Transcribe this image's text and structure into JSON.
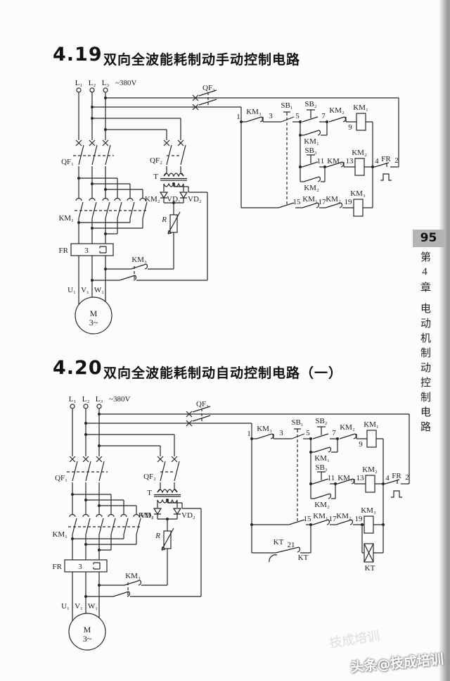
{
  "page": {
    "number": "95",
    "chapter": "第4章",
    "chapter_title": "电动机制动控制电路",
    "watermark": "头条@技成培训",
    "watermark_ghost": "技成培训"
  },
  "fig1": {
    "number": "4.19",
    "title": "双向全波能耗制动手动控制电路",
    "labels": {
      "l1": "L₁",
      "l2": "L₂",
      "l3": "L₃",
      "voltage": "~380V",
      "qf1": "QF₁",
      "qf2": "QF₂",
      "qf3": "QF₃",
      "t": "T",
      "km1_main": "KM₁",
      "km2_main": "KM₂",
      "km3_main": "KM₃",
      "vd1": "VD₁",
      "vd2": "VD₂",
      "r": "R",
      "fr_main": "FR",
      "fr_poles": "3",
      "u1": "U₁",
      "v1": "V₁",
      "w1": "W₁",
      "motor": "M",
      "motor_phase": "3~",
      "n1": "1",
      "km3_nc": "KM₃",
      "n3": "3",
      "sb1": "SB₁",
      "n5": "5",
      "sb2": "SB₂",
      "n7": "7",
      "km2_nc": "KM₂",
      "n9": "9",
      "km1_coil": "KM₁",
      "km1_latch": "KM₁",
      "sb3": "SB₃",
      "n11": "11",
      "km1_nc": "KM₁",
      "n13": "13",
      "km2_coil": "KM₂",
      "n4": "4",
      "fr_nc": "FR",
      "n2": "2",
      "km2_latch": "KM₂",
      "n15": "15",
      "km1_no": "KM₁",
      "n17": "17",
      "km2_no": "KM₂",
      "n19": "19",
      "km3_coil": "KM₃"
    }
  },
  "fig2": {
    "number": "4.20",
    "title": "双向全波能耗制动自动控制电路（一）",
    "labels": {
      "l1": "L₁",
      "l2": "L₂",
      "l3": "L₃",
      "voltage": "~380V",
      "qf1": "QF₁",
      "qf2": "QF₂",
      "qf3": "QF₃",
      "t": "T",
      "km1_main": "KM₁",
      "km2_main": "KM₂",
      "km3_main": "KM₃",
      "vd1": "VD₁",
      "vd2": "VD₂",
      "r": "R",
      "fr_main": "FR",
      "fr_poles": "3",
      "u1": "U₁",
      "v1": "V₁",
      "w1": "W₁",
      "motor": "M",
      "motor_phase": "3~",
      "n1": "1",
      "km3_nc": "KM₃",
      "n3": "3",
      "sb1": "SB₁",
      "n5": "5",
      "sb2": "SB₂",
      "n7": "7",
      "km2_nc": "KM₂",
      "n9": "9",
      "km1_coil": "KM₁",
      "km1_latch": "KM₁",
      "sb3": "SB₃",
      "n11": "11",
      "km1_nc": "KM₁",
      "n13": "13",
      "km2_coil": "KM₂",
      "n4": "4",
      "fr_nc": "FR",
      "n2": "2",
      "km2_latch": "KM₂",
      "n15": "15",
      "km1_no": "KM₁",
      "n17": "17",
      "km2_no": "KM₂",
      "n19": "19",
      "km3_coil": "KM₃",
      "kt_nc": "KT",
      "n21": "21",
      "kt_link": "KT",
      "kt_coil": "KT"
    }
  }
}
